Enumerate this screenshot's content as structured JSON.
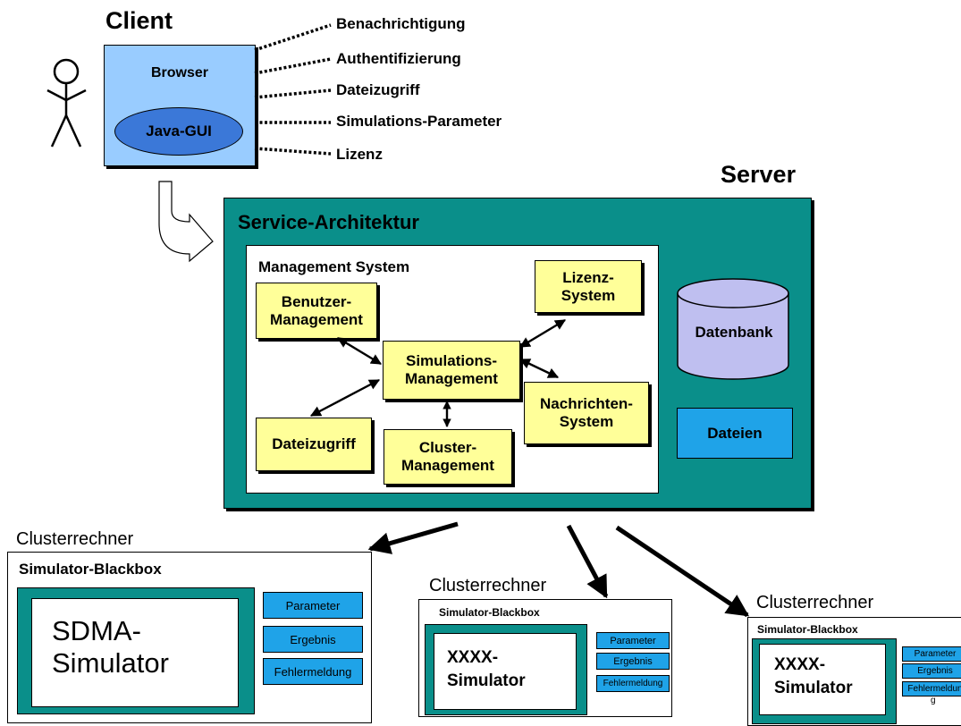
{
  "client": {
    "title": "Client",
    "browser": "Browser",
    "gui": "Java-GUI",
    "services": [
      "Benachrichtigung",
      "Authentifizierung",
      "Dateizugriff",
      "Simulations-Parameter",
      "Lizenz"
    ]
  },
  "server": {
    "title": "Server",
    "architecture": "Service-Architektur",
    "management_title": "Management System",
    "benutzer": [
      "Benutzer-",
      "Management"
    ],
    "simulations": [
      "Simulations-",
      "Management"
    ],
    "lizenz": [
      "Lizenz-",
      "System"
    ],
    "nachrichten": [
      "Nachrichten-",
      "System"
    ],
    "dateizugriff": "Dateizugriff",
    "cluster": [
      "Cluster-",
      "Management"
    ],
    "datenbank": "Datenbank",
    "dateien": "Dateien"
  },
  "clusters": [
    {
      "label": "Clusterrechner",
      "blackbox": "Simulator-Blackbox",
      "sim": [
        "SDMA-",
        "Simulator"
      ],
      "buttons": [
        "Parameter",
        "Ergebnis",
        "Fehlermeldung"
      ]
    },
    {
      "label": "Clusterrechner",
      "blackbox": "Simulator-Blackbox",
      "sim": [
        "XXXX-",
        "Simulator"
      ],
      "buttons": [
        "Parameter",
        "Ergebnis",
        "Fehlermeldung"
      ]
    },
    {
      "label": "Clusterrechner",
      "blackbox": "Simulator-Blackbox",
      "sim": [
        "XXXX-",
        "Simulator"
      ],
      "buttons": [
        "Parameter",
        "Ergebnis",
        "Fehlermeldun"
      ],
      "stray": "g"
    }
  ],
  "colors": {
    "teal": "#0a8f8a",
    "yellow": "#ffff99",
    "blue": "#1fa3e8",
    "lightblue": "#99ccff",
    "ellipse": "#3b78d8"
  }
}
